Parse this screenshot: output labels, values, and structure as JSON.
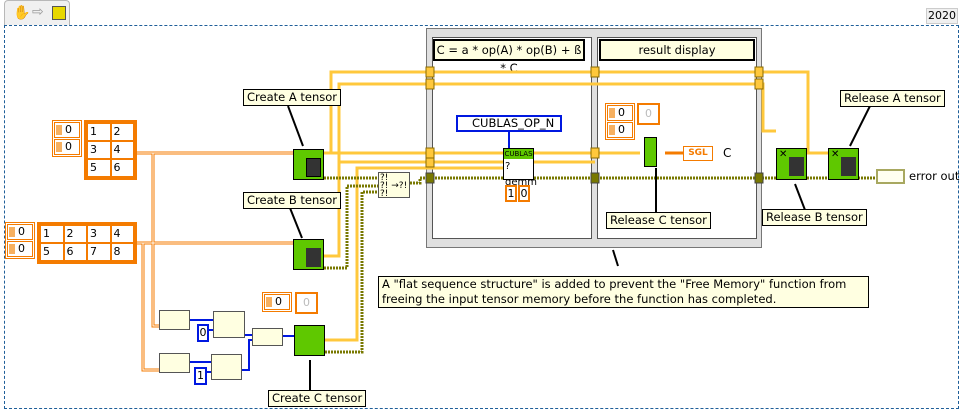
{
  "toolbar": {
    "icons": [
      "hand-icon",
      "arrow-icon",
      "vi-icon"
    ],
    "version": "2020"
  },
  "arrays": {
    "a": {
      "index": [
        "0",
        "0"
      ],
      "values": [
        "1",
        "2",
        "3",
        "4",
        "5",
        "6"
      ]
    },
    "b": {
      "index": [
        "0",
        "0"
      ],
      "values": [
        "1",
        "2",
        "3",
        "4",
        "5",
        "6",
        "7",
        "8"
      ]
    },
    "c_size": {
      "index": "0",
      "value": "0"
    },
    "result": {
      "index": [
        "0",
        "0"
      ],
      "value": "0"
    }
  },
  "labels": {
    "create_a": "Create A tensor",
    "create_b": "Create B tensor",
    "create_c": "Create C tensor",
    "release_a": "Release A tensor",
    "release_b": "Release B tensor",
    "release_c": "Release C tensor",
    "comment": "A \"flat sequence structure\" is added to prevent the \"Free Memory\" function from freeing the input tensor memory before the function has completed."
  },
  "sequence": {
    "frames": [
      {
        "label": "C = a * op(A) * op(B) + ß * C"
      },
      {
        "label": "result display"
      }
    ]
  },
  "gemm": {
    "op_ring": "CUBLAS_OP_N",
    "header": "CUBLAS",
    "name": "?gemm",
    "constants": [
      "1",
      "0"
    ]
  },
  "constants": {
    "dim0": "0",
    "dim1": "1"
  },
  "indicators": {
    "c_type": "SGL",
    "c_label": "C",
    "error_out": "error out"
  },
  "colors": {
    "orange_wire": "#f47b00",
    "tensor_wire": "#ffc83c",
    "error_wire": "#787800",
    "blue_wire": "#0018e0",
    "node_green": "#5fc800"
  }
}
